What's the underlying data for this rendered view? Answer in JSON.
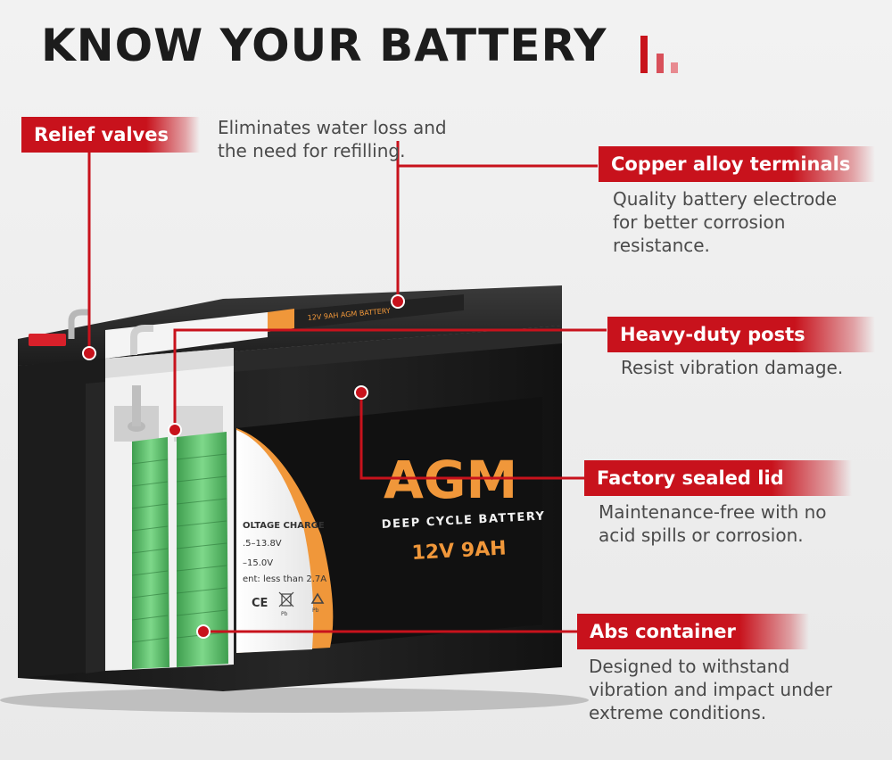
{
  "title": "KNOW YOUR BATTERY",
  "battery": {
    "top_label": "12V 9AH AGM BATTERY",
    "brand": "AGM",
    "type": "DEEP CYCLE BATTERY",
    "rating": "12V 9AH",
    "spec_heading": "OLTAGE CHARGE",
    "spec_line1": ".5–13.8V",
    "spec_line2": "–15.0V",
    "spec_line3": "ent: less than 2.7A",
    "cert_marks": [
      "CE",
      "Pb",
      "Pb"
    ]
  },
  "callouts": {
    "relief_valves": {
      "label": "Relief valves",
      "desc": [
        "Eliminates water loss and",
        "the need for refilling."
      ]
    },
    "copper_terminals": {
      "label": "Copper alloy terminals",
      "desc": [
        "Quality battery electrode",
        "for better corrosion",
        "resistance."
      ]
    },
    "heavy_posts": {
      "label": "Heavy-duty posts",
      "desc": [
        "Resist vibration damage."
      ]
    },
    "sealed_lid": {
      "label": "Factory sealed lid",
      "desc": [
        "Maintenance-free with no",
        "acid spills or corrosion."
      ]
    },
    "abs_container": {
      "label": "Abs container",
      "desc": [
        "Designed to withstand",
        "vibration and impact under",
        "extreme conditions."
      ]
    }
  },
  "colors": {
    "accent_red": "#c8121c",
    "battery_case": "#1e1e1e",
    "label_orange": "#f0973a",
    "plate_green": "#5fc36d"
  }
}
